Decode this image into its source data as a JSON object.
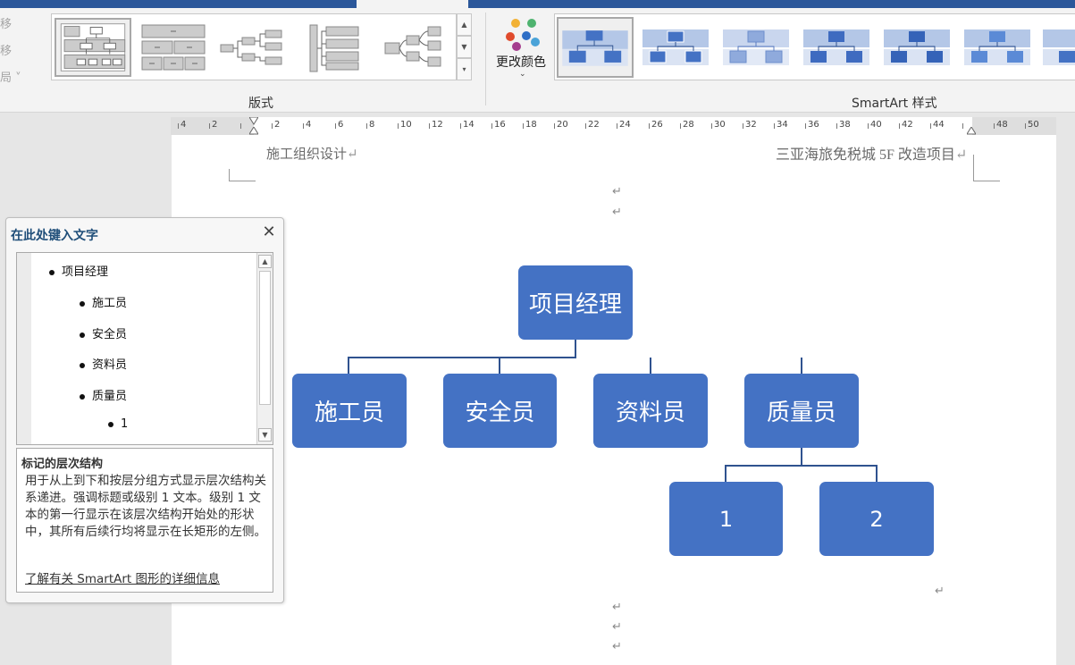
{
  "ribbon": {
    "left_commands": [
      "移",
      "移",
      "局 ˅"
    ],
    "layout_group_label": "版式",
    "change_color_label": "更改颜色",
    "style_group_label": "SmartArt 样式"
  },
  "ruler": {
    "ticks": [
      "4",
      "2",
      "",
      "2",
      "4",
      "6",
      "8",
      "10",
      "12",
      "14",
      "16",
      "18",
      "20",
      "22",
      "24",
      "26",
      "28",
      "30",
      "32",
      "34",
      "36",
      "38",
      "40",
      "42",
      "44",
      "",
      "48",
      "50"
    ]
  },
  "page": {
    "header_left": "施工组织设计",
    "header_right": "三亚海旅免税城 5F 改造项目",
    "para_mark": "↵"
  },
  "org_chart": {
    "root": "项目经理",
    "children": [
      "施工员",
      "安全员",
      "资料员",
      "质量员"
    ],
    "grandchildren": [
      "1",
      "2"
    ],
    "box_color": "#4472c4",
    "line_color": "#2f528f"
  },
  "text_pane": {
    "title": "在此处键入文字",
    "items": [
      {
        "text": "项目经理",
        "level": 1
      },
      {
        "text": "施工员",
        "level": 2
      },
      {
        "text": "安全员",
        "level": 2
      },
      {
        "text": "资料员",
        "level": 2
      },
      {
        "text": "质量员",
        "level": 2
      },
      {
        "text": "1",
        "level": 3
      }
    ],
    "desc_title": "标记的层次结构",
    "desc_body": "用于从上到下和按层分组方式显示层次结构关系递进。强调标题或级别 1 文本。级别 1 文本的第一行显示在该层次结构开始处的形状中，其所有后续行均将显示在长矩形的左侧。",
    "desc_link": "了解有关 SmartArt 图形的详细信息"
  }
}
